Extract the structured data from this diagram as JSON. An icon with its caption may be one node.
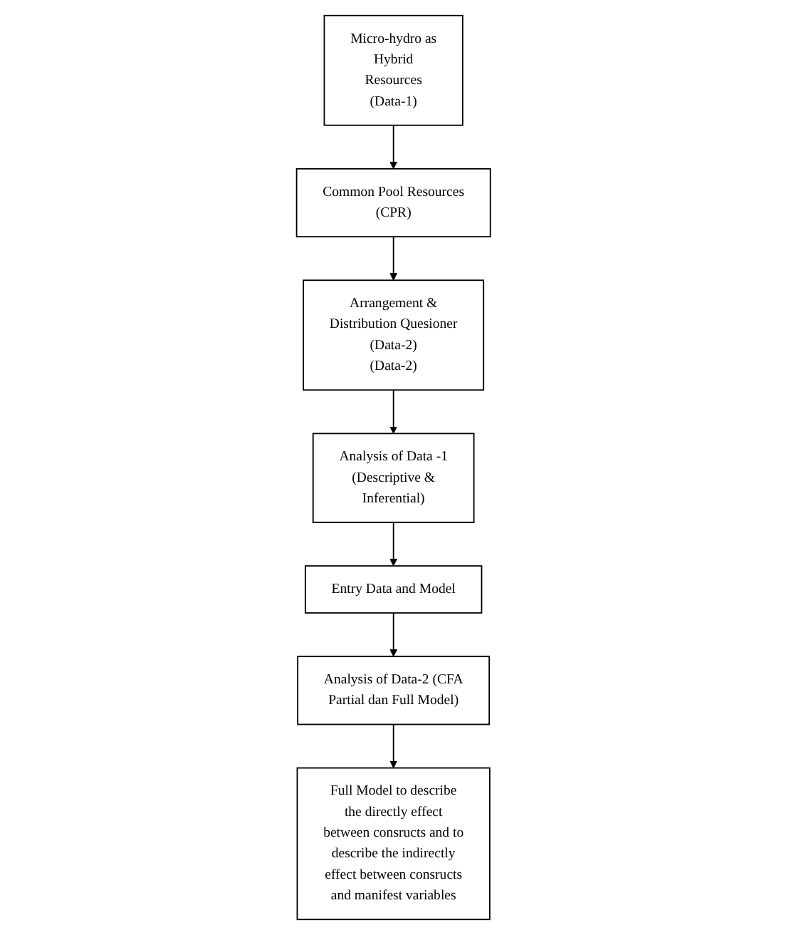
{
  "diagram": {
    "nodes": [
      {
        "text": [
          "Common Pool Resources (CPR)"
        ]
      },
      {
        "text": [
          "Micro-hydro as Hybrid Resources (Data-1)"
        ]
      },
      {
        "text": [
          "Arrangement & Distribution Quesioner (Data-2)",
          "(Data-2)"
        ]
      },
      {
        "text": [
          "Analysis of Data -1 (Descriptive & Inferential)"
        ]
      },
      {
        "text": [
          "Full Model to describe the directly effect between consructs and to describe the indirectly effect between consructs and manifest variables"
        ]
      },
      {
        "text": [
          "Entry Data and Model"
        ]
      },
      {
        "text": [
          "Analysis of Data-2 (CFA Partial dan Full Model)"
        ]
      }
    ],
    "edges": [
      {
        "from": 1,
        "to": 0,
        "arrow": "to"
      },
      {
        "from": 0,
        "to": 2,
        "arrow": "to"
      },
      {
        "from": 2,
        "to": 3,
        "arrow": "to"
      },
      {
        "from": 3,
        "to": 5,
        "arrow": "to"
      },
      {
        "from": 5,
        "to": 6,
        "arrow": "to"
      },
      {
        "from": 6,
        "to": 4,
        "arrow": "to"
      }
    ]
  }
}
